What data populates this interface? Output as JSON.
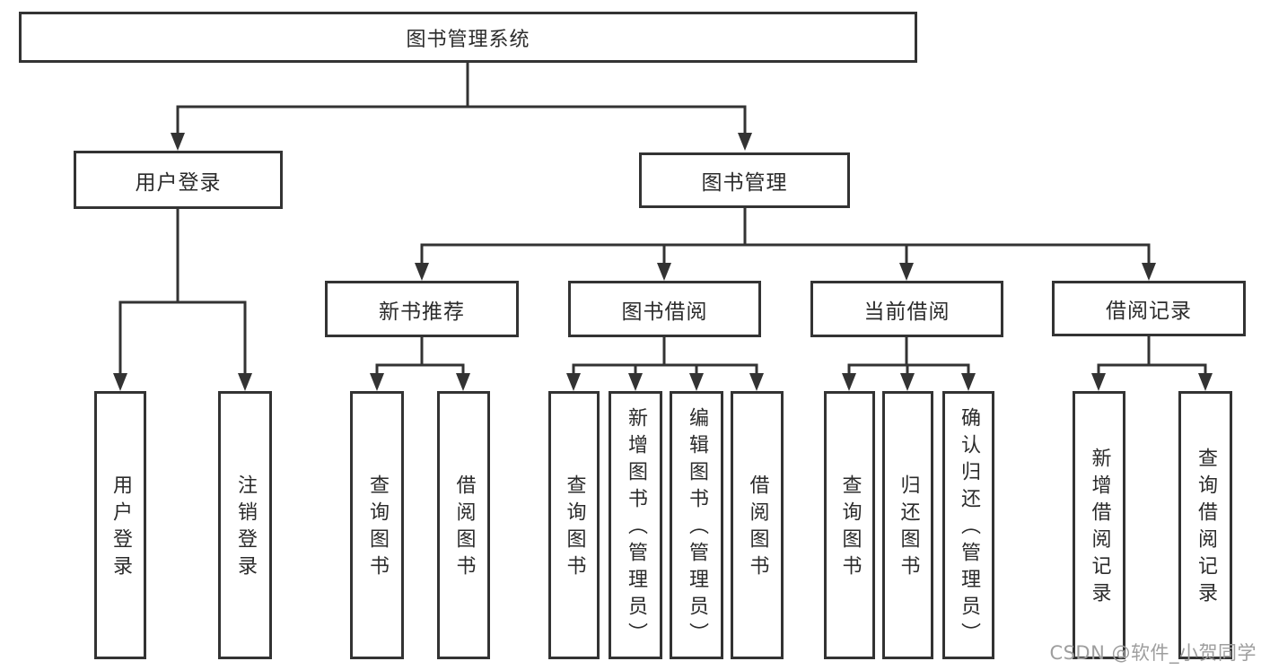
{
  "diagram": {
    "root": {
      "label": "图书管理系统",
      "children": [
        {
          "label": "用户登录",
          "children": [
            {
              "label": "用户登录"
            },
            {
              "label": "注销登录"
            }
          ]
        },
        {
          "label": "图书管理",
          "children": [
            {
              "label": "新书推荐",
              "children": [
                {
                  "label": "查询图书"
                },
                {
                  "label": "借阅图书"
                }
              ]
            },
            {
              "label": "图书借阅",
              "children": [
                {
                  "label": "查询图书"
                },
                {
                  "label": "新增图书（管理员）"
                },
                {
                  "label": "编辑图书（管理员）"
                },
                {
                  "label": "借阅图书"
                }
              ]
            },
            {
              "label": "当前借阅",
              "children": [
                {
                  "label": "查询图书"
                },
                {
                  "label": "归还图书"
                },
                {
                  "label": "确认归还（管理员）"
                }
              ]
            },
            {
              "label": "借阅记录",
              "children": [
                {
                  "label": "新增借阅记录"
                },
                {
                  "label": "查询借阅记录"
                }
              ]
            }
          ]
        }
      ]
    }
  },
  "watermark": {
    "text": "CSDN @软件_小贺同学"
  },
  "colors": {
    "line": "#333333",
    "text": "#2b2b2b",
    "watermark": "#9e9e9e",
    "background": "#ffffff"
  }
}
